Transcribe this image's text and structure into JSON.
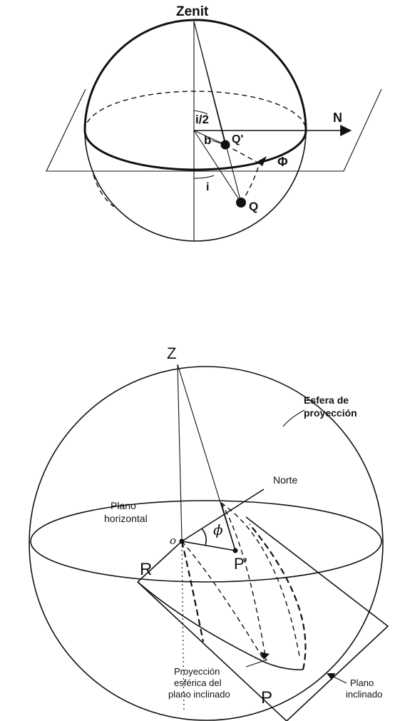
{
  "figure_top": {
    "labels": {
      "zenith": "Zenit",
      "north": "N",
      "half_angle": "i/2",
      "b": "b",
      "q_prime": "Q'",
      "phi": "Φ",
      "i": "i",
      "q": "Q"
    }
  },
  "figure_bottom": {
    "labels": {
      "z": "Z",
      "sphere_line1": "Esfera de",
      "sphere_line2": "proyección",
      "north": "Norte",
      "horizontal_line1": "Plano",
      "horizontal_line2": "horizontal",
      "o": "o",
      "phi": "ϕ",
      "p_upper": "P'",
      "r": "R",
      "projection_line1": "Proyección",
      "projection_line2": "esférica del",
      "projection_line3": "plano inclinado",
      "p_lower": "P",
      "inclined_line1": "Plano",
      "inclined_line2": "inclinado"
    }
  }
}
